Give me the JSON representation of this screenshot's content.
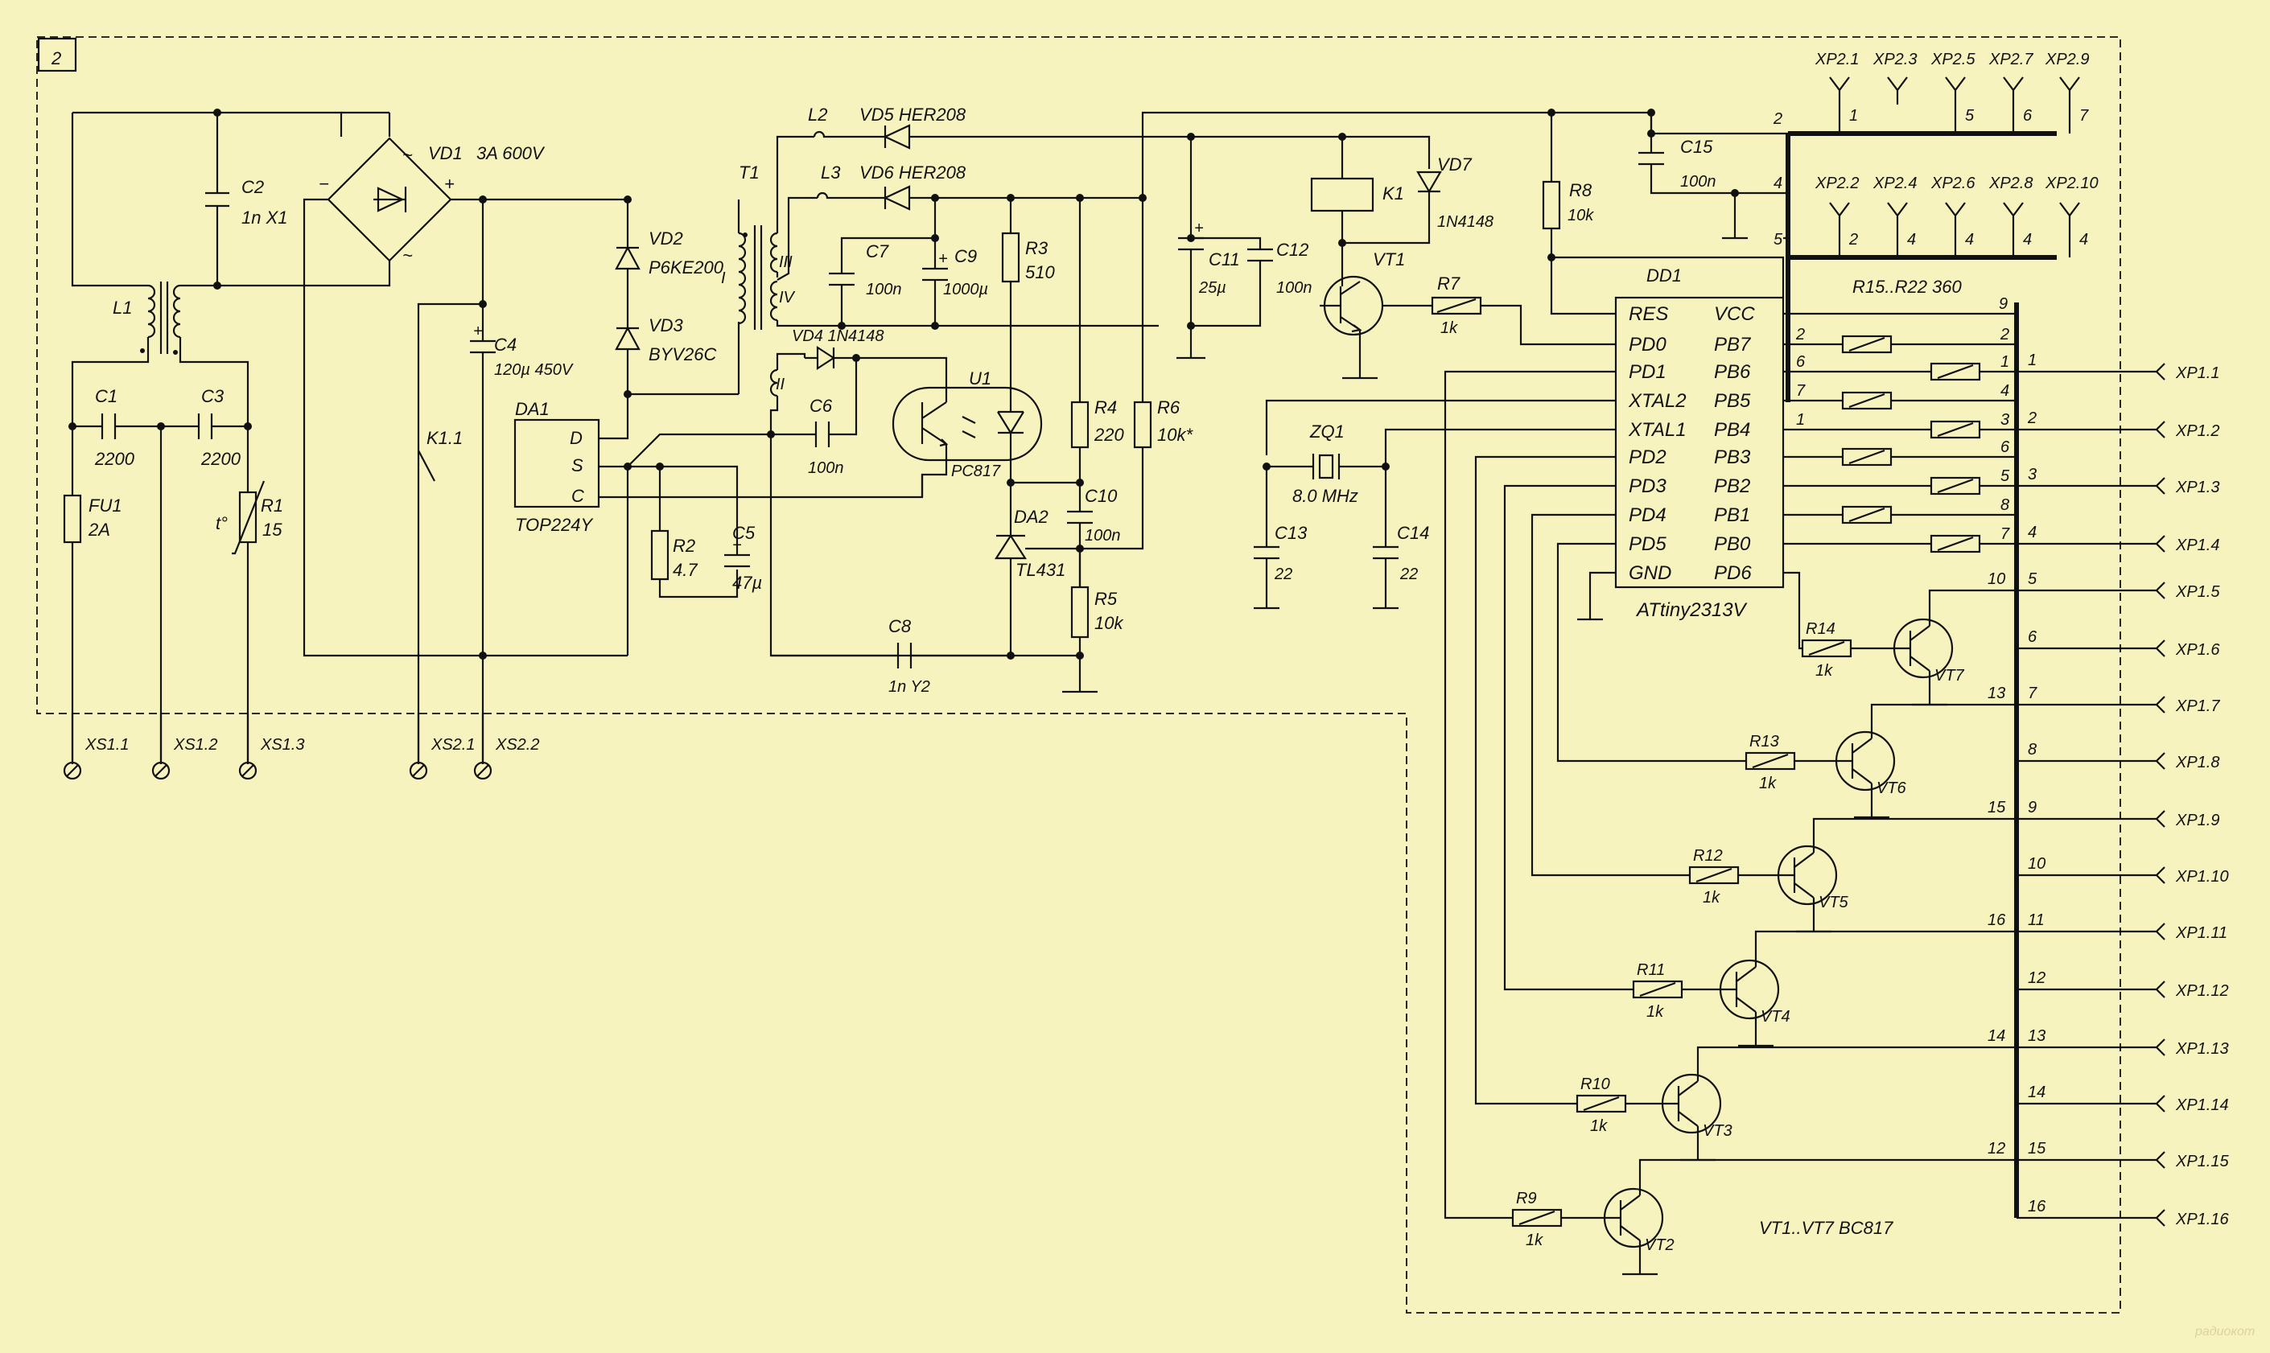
{
  "board_label": "2",
  "components": {
    "VD1": "VD1",
    "VD1v": "3A 600V",
    "C2": "C2",
    "C2v": "1n X1",
    "L1": "L1",
    "C1": "C1",
    "C1v": "2200",
    "C3": "C3",
    "C3v": "2200",
    "FU1": "FU1",
    "FU1v": "2A",
    "R1": "R1",
    "R1v": "15",
    "R1t": "t°",
    "C4": "C4",
    "C4v": "120µ 450V",
    "K11": "K1.1",
    "VD2": "VD2",
    "VD2v": "P6KE200",
    "VD3": "VD3",
    "VD3v": "BYV26C",
    "DA1": "DA1",
    "DA1v": "TOP224Y",
    "DA1D": "D",
    "DA1S": "S",
    "DA1C": "C",
    "R2": "R2",
    "R2v": "4.7",
    "C5": "C5",
    "C5v": "47µ",
    "T1": "T1",
    "TI": "I",
    "TII": "II",
    "TIII": "III",
    "TIV": "IV",
    "L2": "L2",
    "L3": "L3",
    "VD5": "VD5 HER208",
    "VD6": "VD6 HER208",
    "VD4": "VD4 1N4148",
    "C6": "C6",
    "C6v": "100n",
    "C7": "C7",
    "C7v": "100n",
    "C9": "C9",
    "C9v": "1000µ",
    "R3": "R3",
    "R3v": "510",
    "U1": "U1",
    "U1v": "PC817",
    "R4": "R4",
    "R4v": "220",
    "R6": "R6",
    "R6v": "10k*",
    "DA2": "DA2",
    "DA2v": "TL431",
    "C10": "C10",
    "C10v": "100n",
    "R5": "R5",
    "R5v": "10k",
    "C8": "C8",
    "C8v": "1n Y2",
    "C11": "C11",
    "C11v": "25µ",
    "C12": "C12",
    "C12v": "100n",
    "K1": "K1",
    "VD7": "VD7",
    "VD7v": "1N4148",
    "VT1": "VT1",
    "R7": "R7",
    "R7v": "1k",
    "R8": "R8",
    "R8v": "10k",
    "C15": "C15",
    "C15v": "100n",
    "ZQ1": "ZQ1",
    "ZQ1v": "8.0 MHz",
    "C13": "C13",
    "C13v": "22",
    "C14": "C14",
    "C14v": "22",
    "DD1": "DD1",
    "DD1v": "ATtiny2313V",
    "R15": "R15..R22 360",
    "R14": "R14",
    "R13": "R13",
    "R12": "R12",
    "R11": "R11",
    "R10": "R10",
    "R9": "R9",
    "Rk": "1k",
    "VT7": "VT7",
    "VT6": "VT6",
    "VT5": "VT5",
    "VT4": "VT4",
    "VT3": "VT3",
    "VT2": "VT2",
    "VTnote": "VT1..VT7 BC817"
  },
  "dd1_left_pins": [
    "RES",
    "PD0",
    "PD1",
    "XTAL2",
    "XTAL1",
    "PD2",
    "PD3",
    "PD4",
    "PD5",
    "GND"
  ],
  "dd1_right_pins": [
    "VCC",
    "PB7",
    "PB6",
    "PB5",
    "PB4",
    "PB3",
    "PB2",
    "PB1",
    "PB0",
    "PD6"
  ],
  "dd1_right_nums": [
    "9",
    "2",
    "1",
    "4",
    "3",
    "6",
    "5",
    "8",
    "7",
    "10"
  ],
  "res_left_nums": [
    "2",
    "6",
    "7",
    "1"
  ],
  "bus_pins": [
    "1",
    "2",
    "3",
    "4",
    "5",
    "6",
    "7",
    "8",
    "9",
    "10",
    "11",
    "12",
    "13",
    "14",
    "15",
    "16"
  ],
  "xp1": [
    "XP1.1",
    "XP1.2",
    "XP1.3",
    "XP1.4",
    "XP1.5",
    "XP1.6",
    "XP1.7",
    "XP1.8",
    "XP1.9",
    "XP1.10",
    "XP1.11",
    "XP1.12",
    "XP1.13",
    "XP1.14",
    "XP1.15",
    "XP1.16"
  ],
  "xp2_top": [
    "XP2.1",
    "XP2.3",
    "XP2.5",
    "XP2.7",
    "XP2.9"
  ],
  "xp2_top_nums": [
    "1",
    "",
    "5",
    "6",
    "7"
  ],
  "xp2_bot": [
    "XP2.2",
    "XP2.4",
    "XP2.6",
    "XP2.8",
    "XP2.10"
  ],
  "xp2_bot_nums": [
    "2",
    "4",
    "4",
    "4",
    "4"
  ],
  "xp2_side": [
    "2",
    "4",
    "5"
  ],
  "vt_collector_nums": [
    "10",
    "13",
    "15",
    "16",
    "14",
    "12"
  ],
  "xs": [
    "XS1.1",
    "XS1.2",
    "XS1.3",
    "XS2.1",
    "XS2.2"
  ],
  "watermark": "радиокот"
}
